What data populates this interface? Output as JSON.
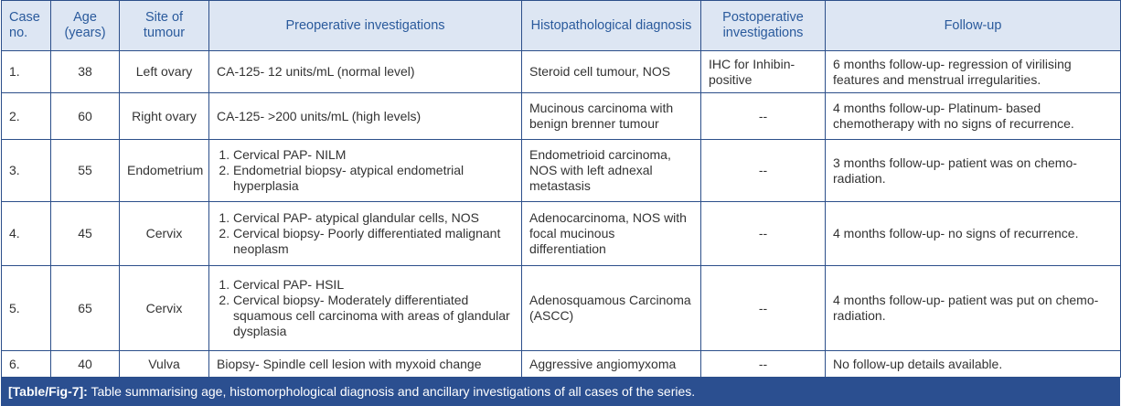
{
  "headers": [
    "Case no.",
    "Age (years)",
    "Site of tumour",
    "Preoperative investigations",
    "Histopathological diagnosis",
    "Postoperative investigations",
    "Follow-up"
  ],
  "rows": [
    {
      "case": "1.",
      "age": "38",
      "site": "Left ovary",
      "preop": [
        "CA-125- 12 units/mL (normal level)"
      ],
      "histo": "Steroid cell tumour, NOS",
      "postop": "IHC for Inhibin- positive",
      "followup": "6 months follow-up- regression of virilising features and menstrual irregularities."
    },
    {
      "case": "2.",
      "age": "60",
      "site": "Right ovary",
      "preop": [
        "CA-125- >200 units/mL (high levels)"
      ],
      "histo": "Mucinous carcinoma with benign brenner tumour",
      "postop": "--",
      "followup": "4 months follow-up- Platinum- based chemotherapy with no signs of recurrence."
    },
    {
      "case": "3.",
      "age": "55",
      "site": "Endometrium",
      "preop": [
        "Cervical PAP- NILM",
        "Endometrial biopsy- atypical endometrial hyperplasia"
      ],
      "histo": "Endometrioid carcinoma, NOS with left adnexal metastasis",
      "postop": "--",
      "followup": "3 months follow-up- patient was on chemo-radiation."
    },
    {
      "case": "4.",
      "age": "45",
      "site": "Cervix",
      "preop": [
        "Cervical PAP- atypical glandular cells, NOS",
        "Cervical biopsy- Poorly differentiated malignant neoplasm"
      ],
      "histo": "Adenocarcinoma, NOS with focal mucinous differentiation",
      "postop": "--",
      "followup": "4 months follow-up- no signs of recurrence."
    },
    {
      "case": "5.",
      "age": "65",
      "site": "Cervix",
      "preop": [
        "Cervical PAP- HSIL",
        "Cervical biopsy- Moderately differentiated squamous cell carcinoma with areas of glandular dysplasia"
      ],
      "histo": "Adenosquamous Carcinoma (ASCC)",
      "postop": "--",
      "followup": "4 months follow-up- patient was put on chemo-radiation."
    },
    {
      "case": "6.",
      "age": "40",
      "site": "Vulva",
      "preop": [
        "Biopsy- Spindle cell lesion with myxoid change"
      ],
      "histo": "Aggressive angiomyxoma",
      "postop": "--",
      "followup": "No follow-up details available."
    }
  ],
  "caption": {
    "label": "[Table/Fig-7]:",
    "text": " Table summarising age, histomorphological diagnosis and ancillary investigations of all cases of the series."
  }
}
